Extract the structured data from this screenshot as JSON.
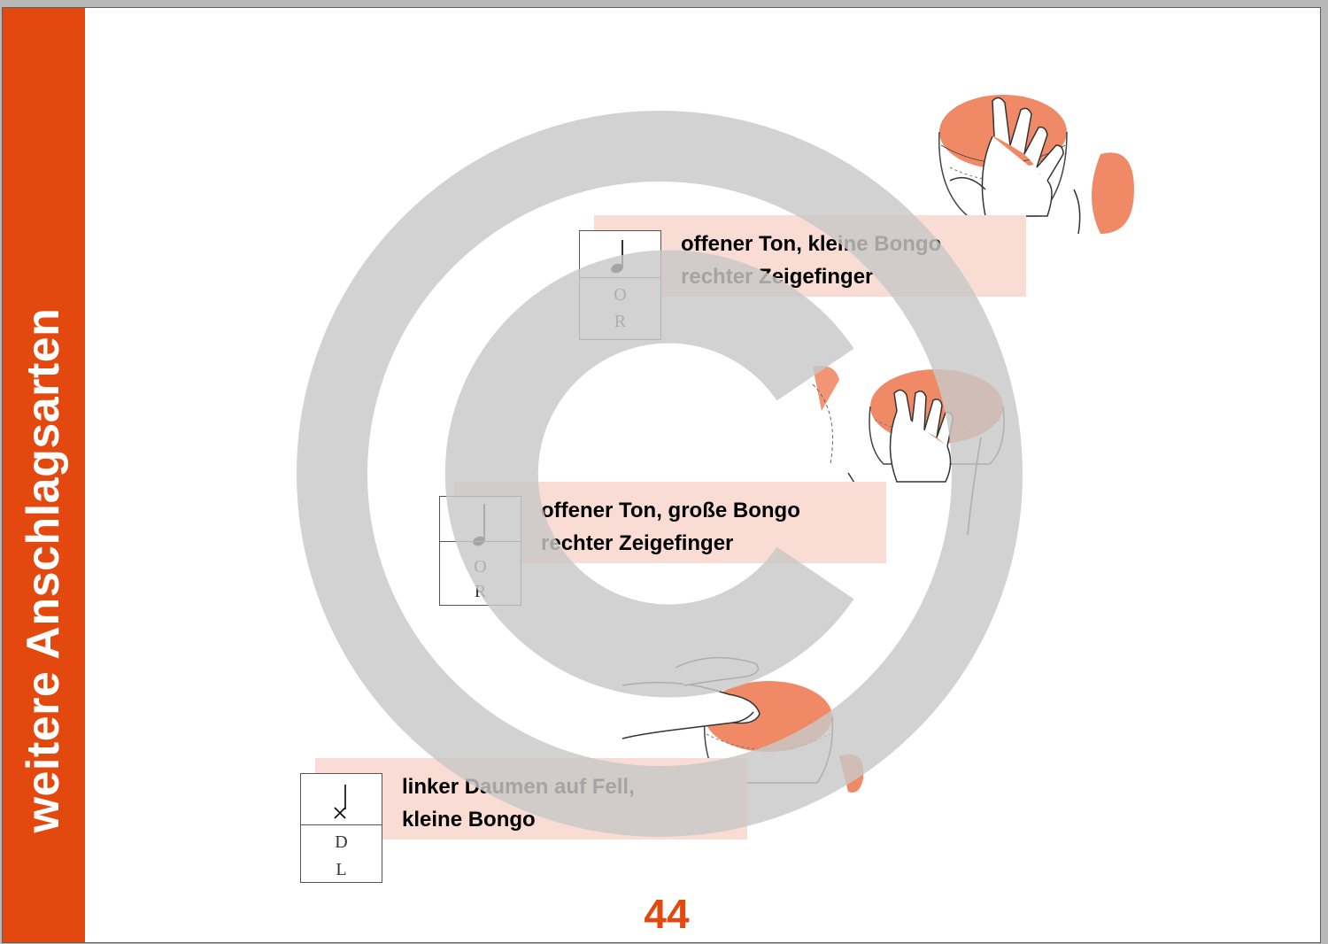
{
  "sidebar": {
    "title": "weitere Anschlagsarten"
  },
  "strokes": [
    {
      "line1": "offener Ton, kleine Bongo",
      "line2": "rechter Zeigefinger",
      "symbol_top": "O",
      "symbol_bottom": "R"
    },
    {
      "line1": "offener Ton, große Bongo",
      "line2": "rechter Zeigefinger",
      "symbol_top": "O",
      "symbol_bottom": "R"
    },
    {
      "line1": "linker Daumen auf Fell,",
      "line2": "kleine Bongo",
      "symbol_top": "D",
      "symbol_bottom": "L"
    }
  ],
  "page_number": "44",
  "colors": {
    "accent": "#e3490f",
    "drum_head": "#f08a66",
    "label_background": "#f9ddd4",
    "watermark": "#c8c8c8"
  }
}
